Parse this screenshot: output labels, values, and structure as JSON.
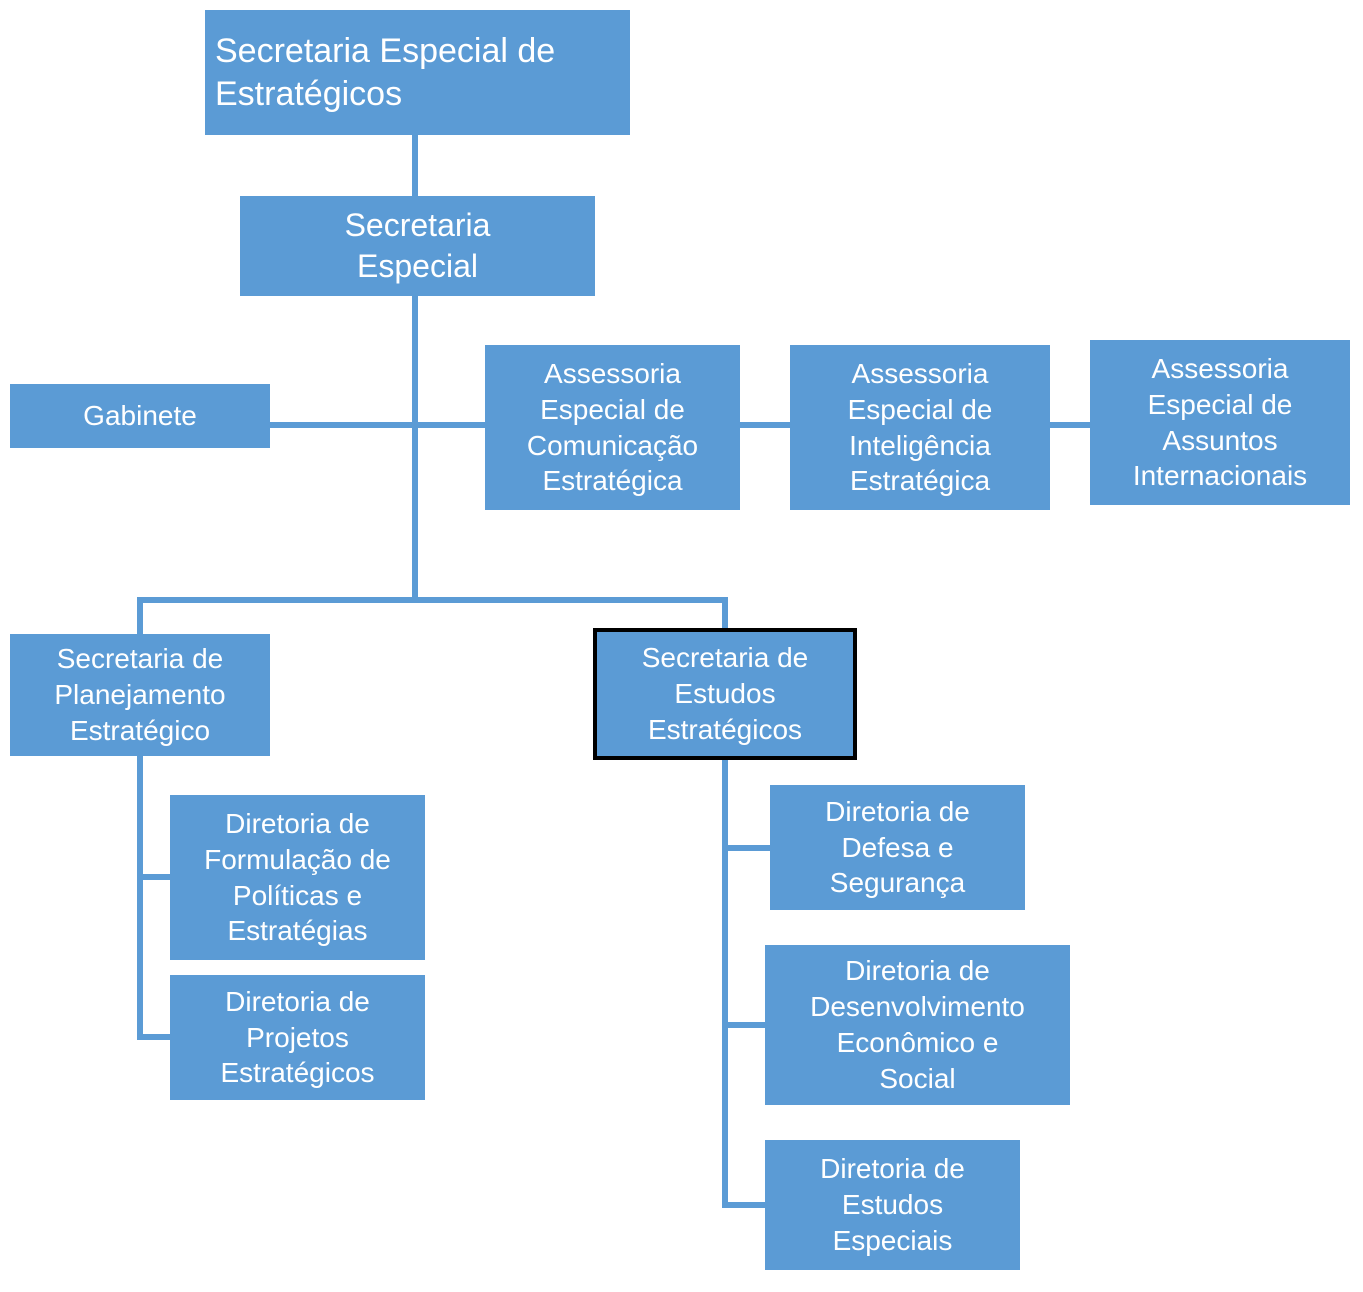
{
  "diagram": {
    "type": "org-chart",
    "colors": {
      "node_fill": "#5b9bd5",
      "node_text": "#ffffff",
      "connector": "#5b9bd5",
      "selected_border": "#000000",
      "background": "#ffffff"
    },
    "nodes": [
      {
        "id": "secretaria-especial-de-estrategicos",
        "label": "Secretaria Especial de\nEstratégicos",
        "parent": null,
        "selected": false
      },
      {
        "id": "secretaria-especial",
        "label": "Secretaria\nEspecial",
        "parent": "secretaria-especial-de-estrategicos",
        "selected": false
      },
      {
        "id": "gabinete",
        "label": "Gabinete",
        "parent": "secretaria-especial",
        "selected": false
      },
      {
        "id": "assessoria-comunicacao",
        "label": "Assessoria\nEspecial de\nComunicação\nEstratégica",
        "parent": "secretaria-especial",
        "selected": false
      },
      {
        "id": "assessoria-inteligencia",
        "label": "Assessoria\nEspecial de\nInteligência\nEstratégica",
        "parent": "secretaria-especial",
        "selected": false
      },
      {
        "id": "assessoria-internacionais",
        "label": "Assessoria\nEspecial de\nAssuntos\nInternacionais",
        "parent": "secretaria-especial",
        "selected": false
      },
      {
        "id": "secretaria-planejamento",
        "label": "Secretaria  de\nPlanejamento\nEstratégico",
        "parent": "secretaria-especial",
        "selected": false
      },
      {
        "id": "secretaria-estudos",
        "label": "Secretaria de\nEstudos\nEstratégicos",
        "parent": "secretaria-especial",
        "selected": true
      },
      {
        "id": "diretoria-formulacao",
        "label": "Diretoria de\nFormulação de\nPolíticas e\nEstratégias",
        "parent": "secretaria-planejamento",
        "selected": false
      },
      {
        "id": "diretoria-projetos",
        "label": "Diretoria de\nProjetos\nEstratégicos",
        "parent": "secretaria-planejamento",
        "selected": false
      },
      {
        "id": "diretoria-defesa",
        "label": "Diretoria de\nDefesa e\nSegurança",
        "parent": "secretaria-estudos",
        "selected": false
      },
      {
        "id": "diretoria-desenvolvimento",
        "label": "Diretoria de\nDesenvolvimento\nEconômico e\nSocial",
        "parent": "secretaria-estudos",
        "selected": false
      },
      {
        "id": "diretoria-estudos-especiais",
        "label": "Diretoria de\nEstudos\nEspeciais",
        "parent": "secretaria-estudos",
        "selected": false
      }
    ]
  }
}
